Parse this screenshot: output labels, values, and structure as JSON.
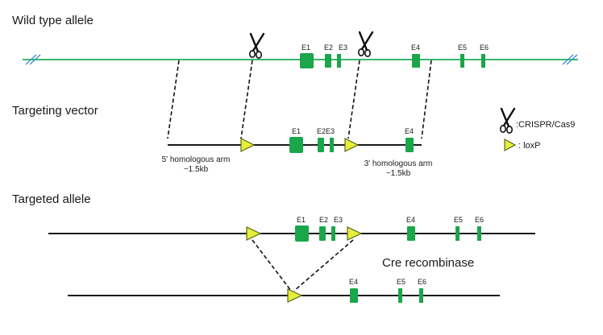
{
  "colors": {
    "wildtype_line": "#39b86a",
    "exon": "#1aa64a",
    "loxp_fill": "#e6ee3a",
    "loxp_stroke": "#5a6a1a",
    "line": "#1a1a1a",
    "break_mark": "#3a8fd8"
  },
  "sections": {
    "wild_type": "Wild type allele",
    "targeting_vector": "Targeting vector",
    "targeted_allele": "Targeted allele"
  },
  "exons": {
    "e1": "E1",
    "e2": "E2",
    "e3": "E3",
    "e2e3": "E2E3",
    "e4": "E4",
    "e5": "E5",
    "e6": "E6"
  },
  "arms": {
    "five_prime_label": "5' homologous arm",
    "five_prime_size": "~1.5kb",
    "three_prime_label": "3' homologous arm",
    "three_prime_size": "~1.5kb"
  },
  "legend": {
    "crispr": ":CRISPR/Cas9",
    "loxp": ": loxP",
    "crispr_icon": "scissors-icon",
    "loxp_icon": "triangle-icon"
  },
  "cre_recombinase": "Cre recombinase"
}
